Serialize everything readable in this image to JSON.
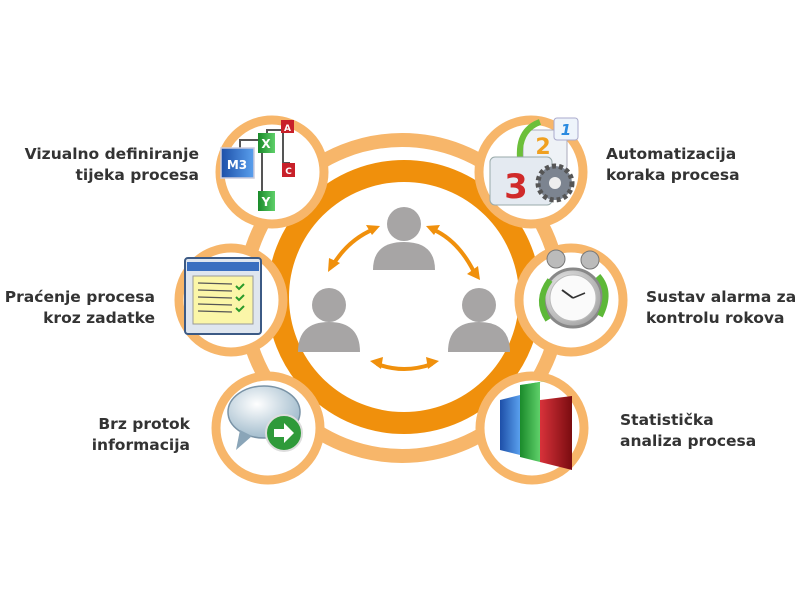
{
  "colors": {
    "ring": "#f0900c",
    "light_ring": "#f7b66a",
    "person": "#a7a5a5",
    "text": "#333333"
  },
  "features": [
    {
      "id": "visual",
      "line1": "Vizualno definiranje",
      "line2": "tijeka procesa",
      "icon": "flowchart-icon"
    },
    {
      "id": "tracking",
      "line1": "Praćenje procesa",
      "line2": "kroz zadatke",
      "icon": "checklist-window-icon"
    },
    {
      "id": "info",
      "line1": "Brz protok",
      "line2": "informacija",
      "icon": "chat-arrow-icon"
    },
    {
      "id": "automation",
      "line1": "Automatizacija",
      "line2": "koraka procesa",
      "icon": "numbered-steps-gear-icon"
    },
    {
      "id": "alarm",
      "line1": "Sustav alarma za",
      "line2": "kontrolu rokova",
      "icon": "alarm-clock-icon"
    },
    {
      "id": "stats",
      "line1": "Statistička",
      "line2": "analiza procesa",
      "icon": "bar-chart-icon"
    }
  ],
  "flowchart": {
    "m3": "M3",
    "x": "X",
    "a": "A",
    "c": "C",
    "y": "Y"
  },
  "steps": {
    "one": "1",
    "two": "2",
    "three": "3"
  }
}
